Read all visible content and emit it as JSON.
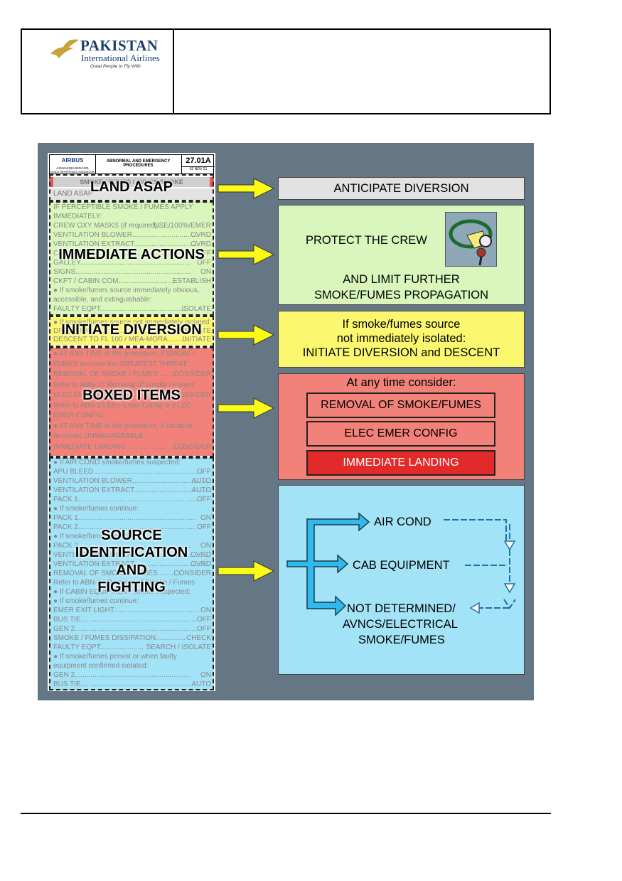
{
  "header": {
    "logo_title": "PAKISTAN",
    "logo_subtitle": "International Airlines",
    "logo_tagline": "Great People to Fly With"
  },
  "card": {
    "brand": "AIRBUS",
    "model": "A318/A319/A320/A321",
    "handbook": "QUICK REFERENCE HANDBOOK",
    "title": "ABNORMAL AND EMERGENCY PROCEDURES",
    "ref": "27.01A",
    "date": "02 NOV 21",
    "procedure": "SMOKE / FUMES / AVNCS SMOKE",
    "land_asap": "LAND ASAP",
    "yellow_green_lines": [
      {
        "l": "IF PERCEPTIBLE SMOKE / FUMES APPLY",
        "r": ""
      },
      {
        "l": "IMMEDIATELY:",
        "r": ""
      },
      {
        "l": "CREW OXY MASKS (if required)........",
        "r": "USE/100%/EMER"
      },
      {
        "l": "VENTILATION BLOWER.................................",
        "r": "OVRD"
      },
      {
        "l": "VENTILATION EXTRACT.................................",
        "r": "OVRD"
      },
      {
        "l": "CAB FANS.....................................................",
        "r": "OFF"
      },
      {
        "l": "GALLEY........................................................",
        "r": "OFF"
      },
      {
        "l": "SIGNS...........................................................",
        "r": "ON"
      },
      {
        "l": "CKPT / CABIN COM...............................",
        "r": "ESTABLISH"
      },
      {
        "l": "● If smoke/fumes source immediately obvious,",
        "r": ""
      },
      {
        "l": "   accessible, and extinguishable:",
        "r": ""
      },
      {
        "l": "   FAULTY EQPT.............................................",
        "r": "ISOLATE"
      }
    ],
    "yellow_lines": [
      {
        "l": "● If smoke/fumes source not immediately isolated:",
        "r": ""
      },
      {
        "l": "   DIVERSION.................................................",
        "r": "INITIATE"
      },
      {
        "l": "   DESCENT TO FL 100 / MEA-MORA...........",
        "r": "INITIATE"
      }
    ],
    "red_lines": [
      {
        "l": "● AT ANY TIME of the procedure, if SMOKE /",
        "r": ""
      },
      {
        "l": "   FUMES become the GREATEST THREAT:",
        "r": ""
      },
      {
        "l": "   REMOVAL OF SMOKE / FUMES ..........",
        "r": "CONSIDER"
      },
      {
        "l": "   Refer to ABN-27 Removal of Smoke / Fumes",
        "r": ""
      },
      {
        "l": "   ELEC EMER CONFIG.................................",
        "r": "CONSIDER"
      },
      {
        "l": "   Refer to ABN-24 Elec Emer Config or ELEC",
        "r": ""
      },
      {
        "l": "   EMER CONFIG",
        "r": ""
      },
      {
        "l": "● AT ANY TIME of the procedure, if situation",
        "r": ""
      },
      {
        "l": "   becomes UNMANAGEABLE:",
        "r": ""
      },
      {
        "l": "   IMMEDIATE LANDING.................................",
        "r": "CONSIDER"
      }
    ],
    "blue_lines": [
      {
        "l": "● If AIR COND smoke/fumes suspected:",
        "r": ""
      },
      {
        "l": "   APU BLEED........................................................",
        "r": "OFF"
      },
      {
        "l": "   VENTILATION BLOWER...........................................",
        "r": "AUTO"
      },
      {
        "l": "   VENTILATION EXTRACT..........................................",
        "r": "AUTO"
      },
      {
        "l": "   PACK 1..............................................................",
        "r": "OFF"
      },
      {
        "l": "   ● If smoke/fumes continue:",
        "r": ""
      },
      {
        "l": "      PACK 1............................................................",
        "r": "ON"
      },
      {
        "l": "      PACK 2............................................................",
        "r": "OFF"
      },
      {
        "l": "      ● If smoke/fumes persist:",
        "r": ""
      },
      {
        "l": "         PACK 2.........................................................",
        "r": "ON"
      },
      {
        "l": "         VENTILATION BLOWER.......................................",
        "r": "OVRD"
      },
      {
        "l": "         VENTILATION EXTRACT......................................",
        "r": "OVRD"
      },
      {
        "l": "   REMOVAL OF SMOKE / FUMES............",
        "r": "CONSIDER"
      },
      {
        "l": "   Refer to ABN-27 Removal of Smoke / Fumes",
        "r": ""
      },
      {
        "l": "● If CABIN EQUIPMENT smoke suspected:",
        "r": ""
      },
      {
        "l": "   ● If smoke/fumes continue:",
        "r": ""
      },
      {
        "l": "      EMER EXIT LIGHT...........................................",
        "r": "ON"
      },
      {
        "l": "      BUS TIE...........................................................",
        "r": "OFF"
      },
      {
        "l": "      GEN 2..............................................................",
        "r": "OFF"
      },
      {
        "l": "      SMOKE / FUMES DISSIPATION...............",
        "r": "CHECK"
      },
      {
        "l": "      FAULTY EQPT......................",
        "r": "SEARCH / ISOLATE"
      },
      {
        "l": "      ● If smoke/fumes persist or when faulty",
        "r": ""
      },
      {
        "l": "         equipment confirmed isolated:",
        "r": ""
      },
      {
        "l": "         GEN 2...........................................................",
        "r": "ON"
      },
      {
        "l": "         BUS TIE........................................................",
        "r": "AUTO"
      }
    ]
  },
  "overlays": {
    "land_asap": "LAND ASAP",
    "immediate_actions": "IMMEDIATE ACTIONS",
    "initiate_diversion": "INITIATE DIVERSION",
    "boxed_items": "BOXED ITEMS",
    "source_1": "SOURCE",
    "source_2": "IDENTIFICATION",
    "source_3": "AND",
    "source_4": "FIGHTING"
  },
  "boxes": {
    "anticipate": "ANTICIPATE DIVERSION",
    "protect": "PROTECT THE CREW",
    "limit_1": "AND LIMIT FURTHER",
    "limit_2": "SMOKE/FUMES PROPAGATION",
    "div_1": "If smoke/fumes source",
    "div_2": "not immediately isolated:",
    "div_3": "INITIATE DIVERSION and DESCENT",
    "consider": "At any time consider:",
    "removal": "REMOVAL OF SMOKE/FUMES",
    "elec": "ELEC EMER CONFIG",
    "landing": "IMMEDIATE LANDING",
    "air_cond": "AIR COND",
    "cab_equipment": "CAB EQUIPMENT",
    "nd_1": "NOT DETERMINED/",
    "nd_2": "AVNCS/ELECTRICAL",
    "nd_3": "SMOKE/FUMES"
  },
  "colors": {
    "panel": "#657785",
    "green": "#d9f7bd",
    "yellow": "#fbf870",
    "red": "#f28279",
    "bright_red": "#e22a2a",
    "blue": "#a3e3f7",
    "arrow_yellow": "#fbfb16",
    "arrow_blue": "#2fb9ec",
    "gray_box": "#e2e2e2"
  }
}
